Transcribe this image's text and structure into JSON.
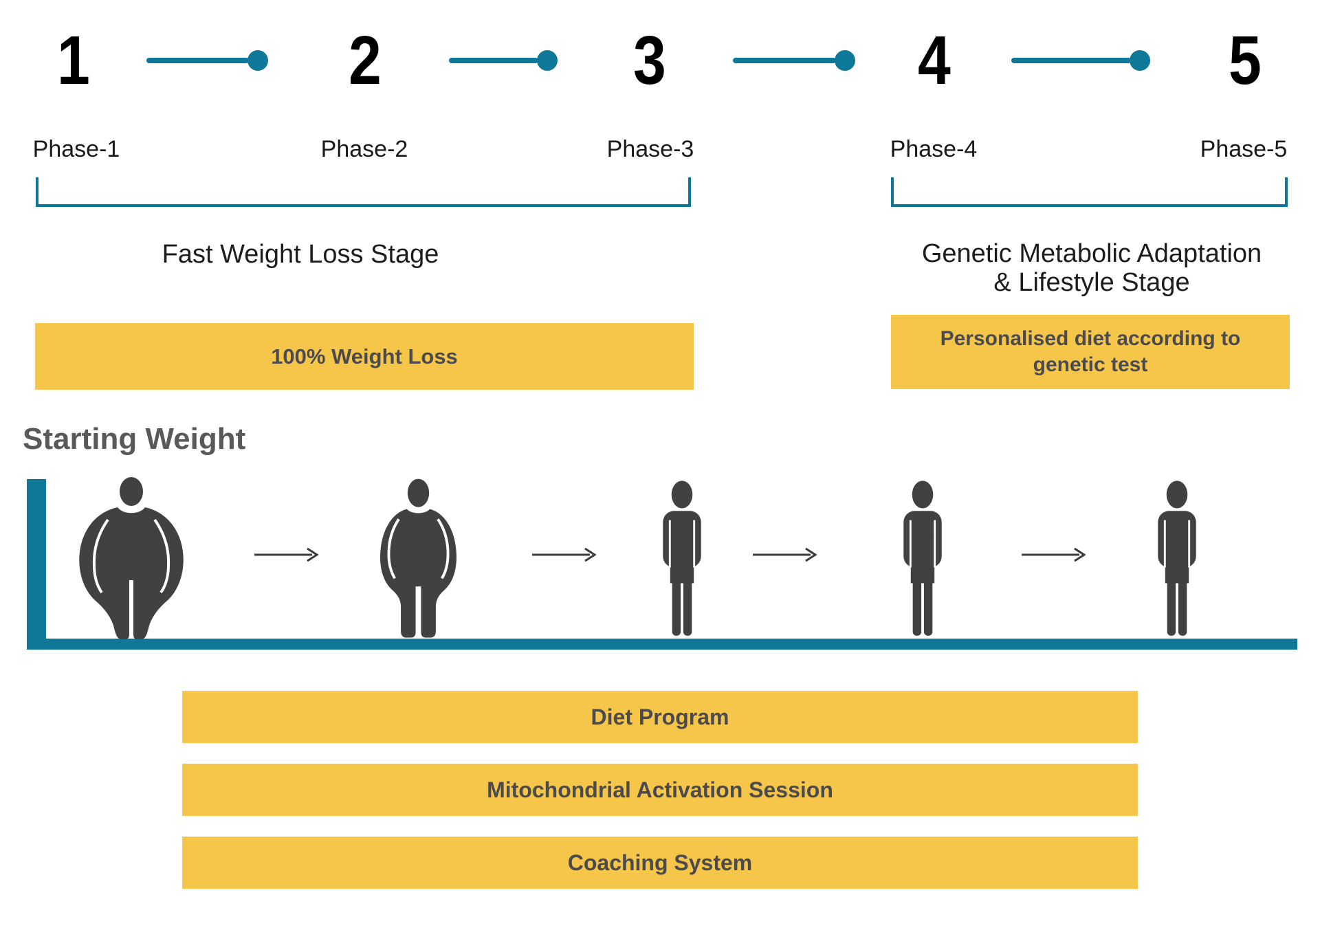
{
  "colors": {
    "teal": "#0E7899",
    "yellow": "#F6C64B",
    "figure_gray": "#414042",
    "box_text_gray": "#4B4B4D",
    "heading_gray": "#58595B",
    "text_dark": "#1a1a1a",
    "thin_arrow": "#3A3A3A",
    "number_black": "#000000"
  },
  "timeline": {
    "steps": [
      {
        "number": "1",
        "phase": "Phase-1"
      },
      {
        "number": "2",
        "phase": "Phase-2"
      },
      {
        "number": "3",
        "phase": "Phase-3"
      },
      {
        "number": "4",
        "phase": "Phase-4"
      },
      {
        "number": "5",
        "phase": "Phase-5"
      }
    ]
  },
  "stages": {
    "left": {
      "covers_phases": "Phase-1 to Phase-3",
      "title": "Fast Weight Loss Stage",
      "box_label": "100% Weight Loss"
    },
    "right": {
      "covers_phases": "Phase-4 to Phase-5",
      "title_line1": "Genetic Metabolic Adaptation",
      "title_line2": "& Lifestyle Stage",
      "box_line1": "Personalised diet according to",
      "box_line2": "genetic test"
    }
  },
  "weight_axis": {
    "heading": "Starting Weight"
  },
  "figures": {
    "icons": [
      "obese-figure-icon",
      "overweight-figure-icon",
      "slim-figure-icon",
      "slim-figure-icon",
      "slim-figure-icon"
    ],
    "progression": "obese to slim, left to right"
  },
  "program_bars": [
    "Diet Program",
    "Mitochondrial Activation Session",
    "Coaching System"
  ]
}
